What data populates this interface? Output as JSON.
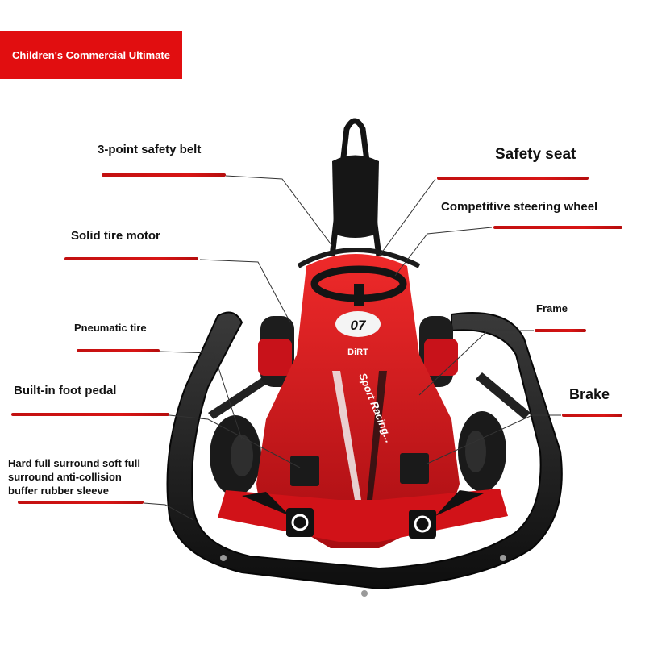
{
  "banner": {
    "text": "Children's Commercial Ultimate",
    "color": "#e10e10"
  },
  "labels": {
    "safety_belt": "3-point safety belt",
    "safety_seat": "Safety seat",
    "steering_wheel": "Competitive steering wheel",
    "motor": "Solid tire motor",
    "frame": "Frame",
    "pneumatic_tire": "Pneumatic tire",
    "foot_pedal": "Built-in foot pedal",
    "brake": "Brake",
    "bumper_line1": "Hard full surround soft full",
    "bumper_line2": "surround anti-collision",
    "bumper_line3": "buffer rubber sleeve"
  },
  "kart_markings": {
    "number": "07",
    "brand": "DiRT",
    "side_text": "Sport Racing..."
  },
  "colors": {
    "accent": "#d81515",
    "body_red": "#d4141a",
    "frame_black": "#1b1b1b"
  }
}
